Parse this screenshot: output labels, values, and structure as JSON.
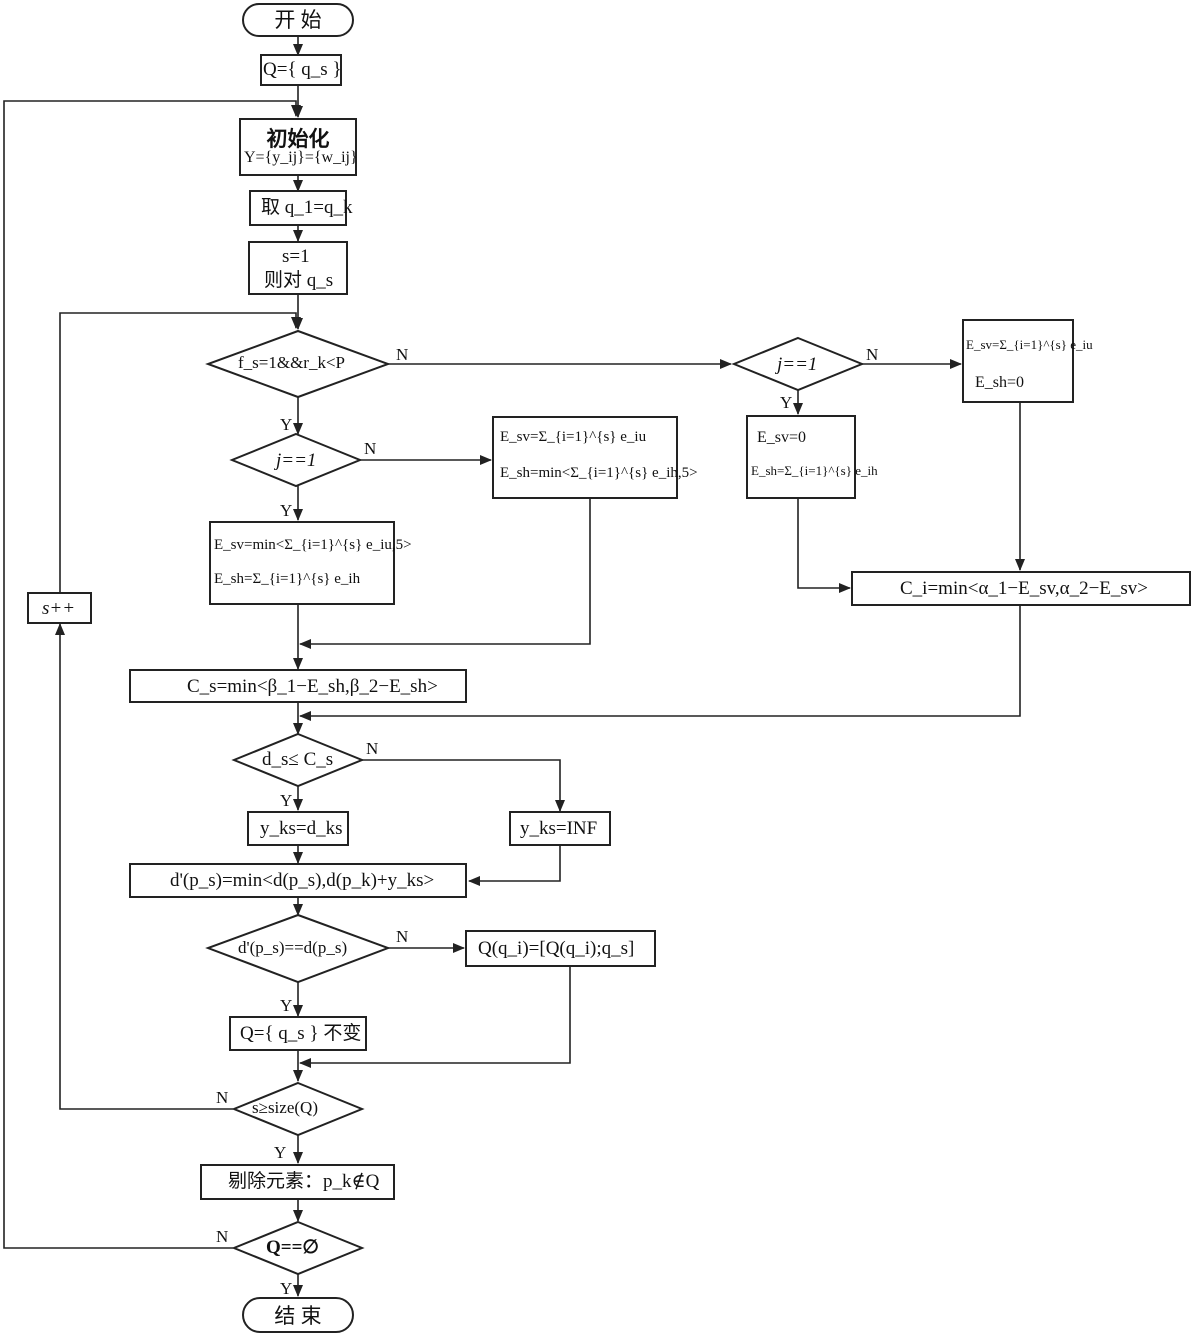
{
  "nodes": {
    "start": "开 始",
    "q_init": "Q={ q_s }",
    "init": "初始化",
    "y_init": "Y={y_ij}={w_ij}",
    "take_q1": "取 q_1=q_k",
    "s_eq_1": "s=1",
    "then_qs": "则对 q_s",
    "cond_main": "f_s=1&&r_k<P",
    "j_eq_1": "j==1",
    "j_eq_1_right": "j==1",
    "box_a_1": "E_sv=min<Σ_{i=1}^{s} e_iu,5>",
    "box_a_2": "E_sh=Σ_{i=1}^{s} e_ih",
    "box_b_1": "E_sv=Σ_{i=1}^{s} e_iu",
    "box_b_2": "E_sh=min<Σ_{i=1}^{s} e_ih,5>",
    "box_c_1": "E_sv=0",
    "box_c_2": "E_sh=Σ_{i=1}^{s} e_ih",
    "box_d_1": "E_sv=Σ_{i=1}^{s} e_iu",
    "box_d_2": "E_sh=0",
    "c_i": "C_i=min<α_1−E_sv,α_2−E_sv>",
    "c_s": "C_s=min<β_1−E_sh,β_2−E_sh>",
    "s_inc": "s++",
    "cond_d": "d_s≤ C_s",
    "y_ks_d": "y_ks=d_ks",
    "y_ks_inf": "y_ks=INF",
    "d_update": "d'(p_s)=min<d(p_s),d(p_k)+y_ks>",
    "cond_eq": "d'(p_s)==d(p_s)",
    "q_append": "Q(q_i)=[Q(q_i);q_s]",
    "q_unchanged": "Q={ q_s } 不变",
    "cond_size": "s≥size(Q)",
    "remove": "剔除元素：p_k∉Q",
    "cond_empty": "Q==∅",
    "end": "结 束"
  },
  "edge_labels": {
    "yes": "Y",
    "no": "N"
  }
}
